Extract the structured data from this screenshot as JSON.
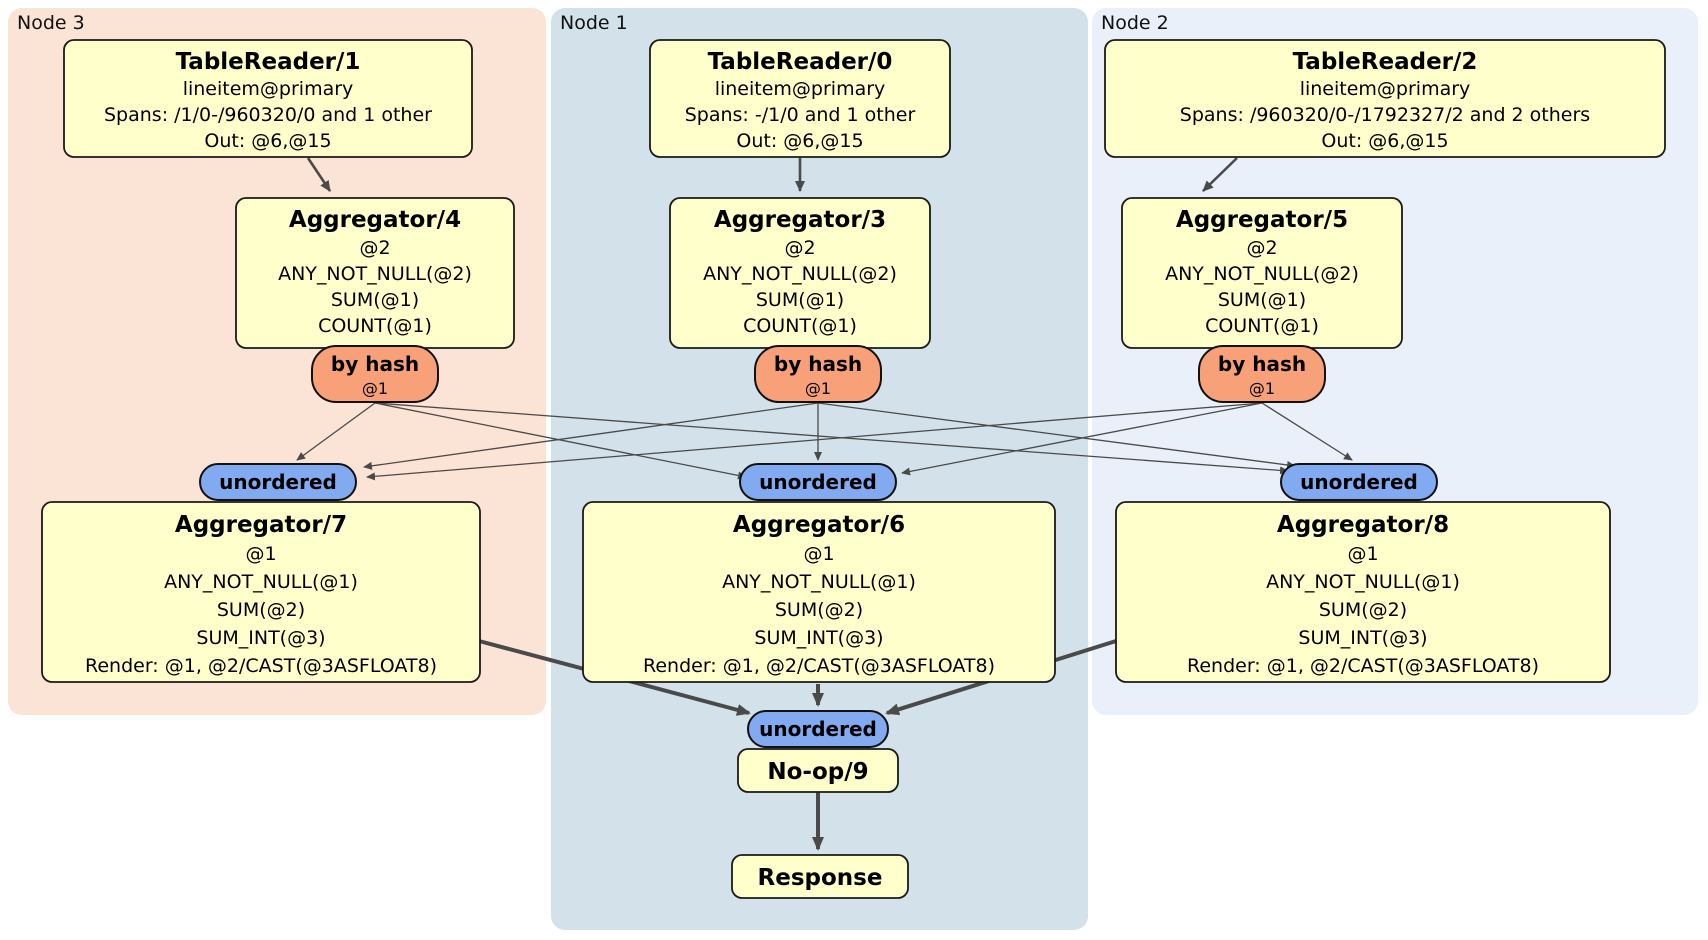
{
  "colors": {
    "page_background": "#ffffff",
    "processor_fill": "#ffffcc",
    "processor_border": "#1a1a1a",
    "router_fill": "#f8a077",
    "sync_fill": "#82aaf0",
    "pill_border": "#111111",
    "edge": "#4a4a4a",
    "node3_region": "#fbe3d6",
    "node1_region": "#d2e1ea",
    "node2_region": "#eaf0fa"
  },
  "regions": [
    {
      "label": "Node 3",
      "color": "#fbe3d6"
    },
    {
      "label": "Node 1",
      "color": "#d2e1ea"
    },
    {
      "label": "Node 2",
      "color": "#eaf0fa"
    }
  ],
  "processors": {
    "tablereader1": {
      "title": "TableReader/1",
      "lines": [
        "lineitem@primary",
        "Spans: /1/0-/960320/0 and 1 other",
        "Out: @6,@15"
      ]
    },
    "tablereader0": {
      "title": "TableReader/0",
      "lines": [
        "lineitem@primary",
        "Spans: -/1/0 and 1 other",
        "Out: @6,@15"
      ]
    },
    "tablereader2": {
      "title": "TableReader/2",
      "lines": [
        "lineitem@primary",
        "Spans: /960320/0-/1792327/2 and 2 others",
        "Out: @6,@15"
      ]
    },
    "aggregator4": {
      "title": "Aggregator/4",
      "lines": [
        "@2",
        "ANY_NOT_NULL(@2)",
        "SUM(@1)",
        "COUNT(@1)"
      ]
    },
    "aggregator3": {
      "title": "Aggregator/3",
      "lines": [
        "@2",
        "ANY_NOT_NULL(@2)",
        "SUM(@1)",
        "COUNT(@1)"
      ]
    },
    "aggregator5": {
      "title": "Aggregator/5",
      "lines": [
        "@2",
        "ANY_NOT_NULL(@2)",
        "SUM(@1)",
        "COUNT(@1)"
      ]
    },
    "aggregator7": {
      "title": "Aggregator/7",
      "lines": [
        "@1",
        "ANY_NOT_NULL(@1)",
        "SUM(@2)",
        "SUM_INT(@3)",
        "Render: @1, @2/CAST(@3ASFLOAT8)"
      ]
    },
    "aggregator6": {
      "title": "Aggregator/6",
      "lines": [
        "@1",
        "ANY_NOT_NULL(@1)",
        "SUM(@2)",
        "SUM_INT(@3)",
        "Render: @1, @2/CAST(@3ASFLOAT8)"
      ]
    },
    "aggregator8": {
      "title": "Aggregator/8",
      "lines": [
        "@1",
        "ANY_NOT_NULL(@1)",
        "SUM(@2)",
        "SUM_INT(@3)",
        "Render: @1, @2/CAST(@3ASFLOAT8)"
      ]
    },
    "noop9": {
      "title": "No-op/9"
    },
    "response": {
      "title": "Response"
    }
  },
  "routers": {
    "node3": {
      "label": "by hash",
      "detail": "@1"
    },
    "node1": {
      "label": "by hash",
      "detail": "@1"
    },
    "node2": {
      "label": "by hash",
      "detail": "@1"
    }
  },
  "syncs": {
    "node3": {
      "label": "unordered"
    },
    "node1": {
      "label": "unordered"
    },
    "node2": {
      "label": "unordered"
    },
    "final": {
      "label": "unordered"
    }
  }
}
